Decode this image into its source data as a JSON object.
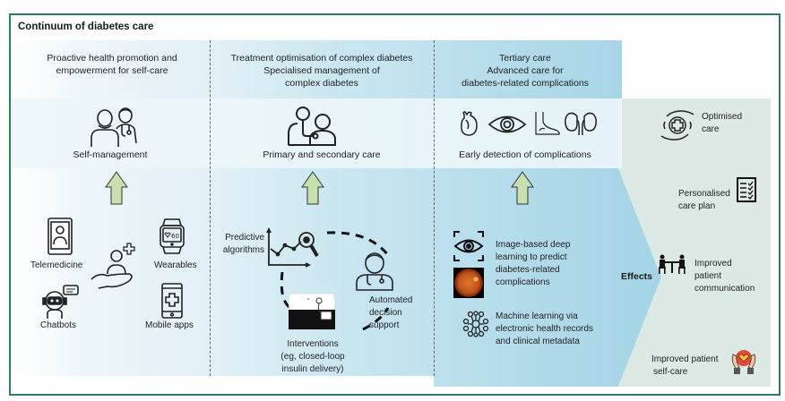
{
  "title": "Continuum of diabetes care",
  "columns": [
    {
      "heading": [
        "Proactive health promotion and",
        "empowerment for self-care"
      ],
      "band_label": "Self-management",
      "items": [
        {
          "label": "Telemedicine",
          "icon": "phone-doctor-icon"
        },
        {
          "label": "Wearables",
          "icon": "smartwatch-icon",
          "watch_text": "60"
        },
        {
          "label": "Chatbots",
          "icon": "chatbot-icon"
        },
        {
          "label": "Mobile apps",
          "icon": "mobile-health-app-icon"
        }
      ],
      "center_icon": "hand-person-plus-icon"
    },
    {
      "heading": [
        "Treatment optimisation of complex diabetes",
        "Specialised management of",
        "complex diabetes"
      ],
      "band_label": "Primary and secondary care",
      "items": [
        {
          "label": [
            "Predictive",
            "algorithms"
          ],
          "icon": "chart-magnifier-icon"
        },
        {
          "label": [
            "Automated",
            "decision",
            "support"
          ],
          "icon": "doctor-icon"
        },
        {
          "label": [
            "Interventions",
            "(eg, closed-loop",
            "insulin delivery)"
          ],
          "icon": "insulin-pump-abdomen-icon"
        }
      ]
    },
    {
      "heading": [
        "Tertiary care",
        "Advanced care for",
        "diabetes-related complications"
      ],
      "band_label": "Early detection of complications",
      "items": [
        {
          "label": [
            "Image-based deep",
            "learning to predict",
            "diabetes-related",
            "complications"
          ],
          "icon": "eye-scan-icon"
        },
        {
          "label": [
            "Machine learning via",
            "electronic health records",
            "and clinical metadata"
          ],
          "icon": "neural-network-icon"
        }
      ],
      "band_icons": [
        "heart-icon",
        "eye-icon",
        "foot-icon",
        "kidneys-icon"
      ]
    }
  ],
  "effects": {
    "label": "Effects",
    "items": [
      {
        "label": [
          "Optimised",
          "care"
        ],
        "icon": "hands-medical-cross-icon"
      },
      {
        "label": [
          "Personalised",
          "care plan"
        ],
        "icon": "checklist-icon"
      },
      {
        "label": [
          "Improved",
          "patient",
          "communication"
        ],
        "icon": "consultation-table-icon"
      },
      {
        "label": [
          "Improved patient",
          "self-care"
        ],
        "icon": "hands-heart-icon"
      }
    ]
  },
  "colors": {
    "frame": "#2e7d5b",
    "arrow_fill": "#c9dfb0",
    "effects_bg": "#dde9e4",
    "tertiary_bg": "#a8d7e7"
  }
}
